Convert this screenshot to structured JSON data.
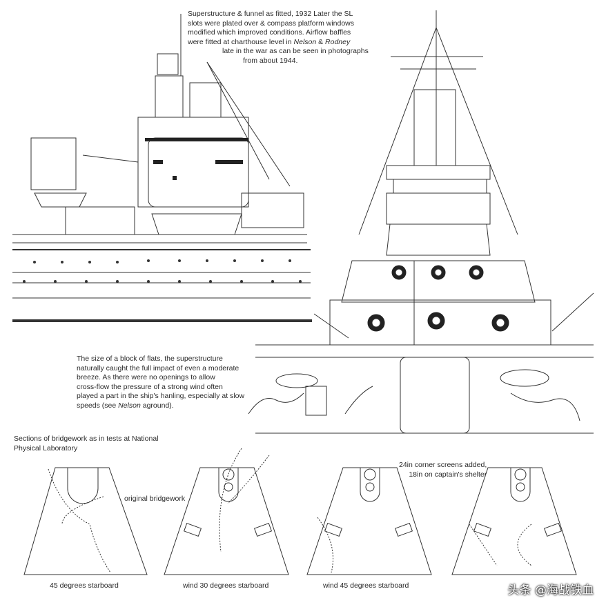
{
  "top_caption": {
    "lines": [
      "Superstructure & funnel as fitted, 1932  Later the SL",
      "slots were plated over & compass platform windows",
      "modified which improved conditions. Airflow baffles"
    ],
    "line4": {
      "a": "were fitted at charthouse level in ",
      "b": "Nelson",
      "c": " & ",
      "d": "Rodney"
    },
    "line5": "late in the war as can be seen in photographs",
    "line6": "from about 1944."
  },
  "mid_caption": {
    "lines": [
      "The size of a block of flats, the superstructure",
      "naturally caught the full impact of even a moderate",
      "breeze. As there were no openings to allow",
      "cross-flow the pressure of a strong wind often",
      "played a part in the ship's hanling, especially at slow"
    ],
    "last": {
      "a": "speeds (see ",
      "b": "Nelson",
      "c": " aground)."
    }
  },
  "sections_caption": [
    "Sections of bridgework as in tests at National",
    "Physical Laboratory"
  ],
  "labels": {
    "original": "original bridgework",
    "screens": [
      "24in corner screens added,",
      "18in on captain's shelter"
    ],
    "panel1": "45 degrees starboard",
    "panel2": "wind 30 degrees starboard",
    "panel3": "wind 45 degrees starboard"
  },
  "watermark": "头条 @海战铁血"
}
